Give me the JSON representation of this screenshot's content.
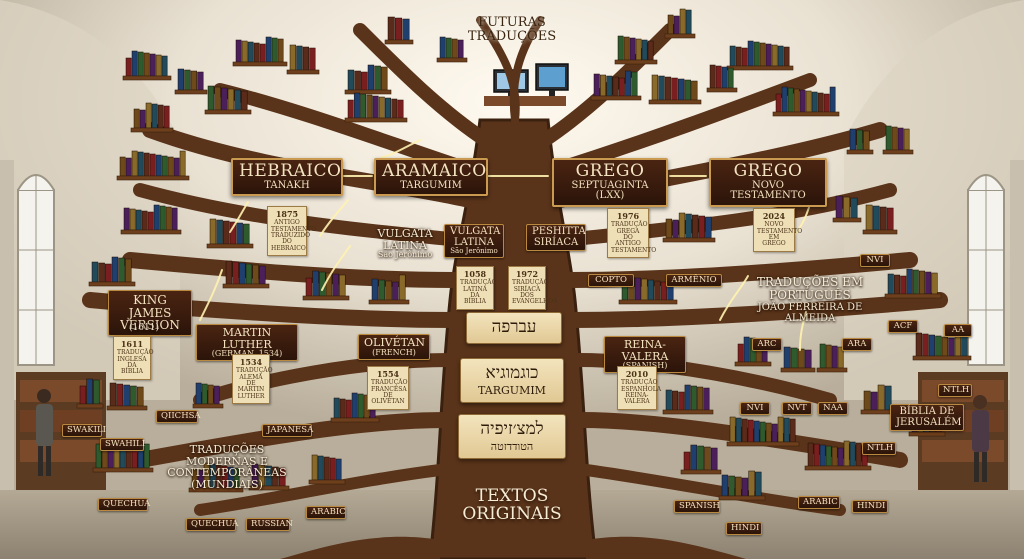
{
  "center": {
    "future": [
      "FUTURAS",
      "TRADUÇÕES"
    ],
    "roots": [
      "TEXTOS",
      "ORIGINAIS"
    ],
    "scrolls": [
      {
        "id": "hebrew",
        "text": "עברפה",
        "sub": ""
      },
      {
        "id": "aramaic",
        "text": "כוגמוגיא",
        "sub": "TARGUMIM"
      },
      {
        "id": "original",
        "text": "למצ׳זיפיה",
        "sub": "הטודדזטה"
      }
    ]
  },
  "primary": [
    {
      "id": "hebraico",
      "title": "HEBRAICO",
      "sub": "TANAKH"
    },
    {
      "id": "aramaico",
      "title": "ARAMAICO",
      "sub": "TARGUMIM"
    },
    {
      "id": "grego-lxx",
      "title": "GREGO",
      "sub": "SEPTUAGINTA (LXX)"
    },
    {
      "id": "grego-nt",
      "title": "GREGO",
      "sub": "NOVO TESTAMENTO"
    }
  ],
  "plain": [
    {
      "id": "vulgata",
      "title": "VULGATA LATINA",
      "sub": "São Jerônimo"
    },
    {
      "id": "vulgata2",
      "title": "VULGATA LATINA",
      "sub": "São Jerônimo"
    },
    {
      "id": "portugues",
      "title": "TRADUÇÕES EM PORTUGUÊS",
      "sub": "JOÃO FERREIRA DE ALMEIDA"
    },
    {
      "id": "modernas",
      "title": "TRADUÇÕES MODERNAS E CONTEMPORÂNEAS (MUNDIAIS)",
      "sub": ""
    }
  ],
  "tags": {
    "peshitta": "PESHITTA SIRÍACA",
    "kjv_title": "KING JAMES VERSION",
    "kjv_year": "(1611)",
    "luther_title": "MARTIN LUTHER",
    "luther_sub": "(GERMAN, 1534)",
    "olivetan_title": "OLIVÉTAN",
    "olivetan_sub": "(FRENCH)",
    "reina_title": "REINA-VALERA",
    "reina_sub": "(SPANISH)",
    "copto": "COPTO",
    "armenio": "ARMÊNIO",
    "jerusalem": "BÍBLIA DE JERUSALÉM",
    "nvi_top": "NVI",
    "acf": "ACF",
    "aa": "AA",
    "arc": "ARC",
    "ara": "ARA",
    "nvi": "NVI",
    "nvt": "NVT",
    "naa": "NAA",
    "ntlh": "NTLH",
    "ntlh2": "NTLH",
    "qiichsa": "QIICHSA",
    "swakili": "SWAKILI",
    "swahili": "SWAHILI",
    "japanesa": "JAPANESA",
    "quechua": "QUECHUA",
    "quechua2": "QUECHUA",
    "russian": "RUSSIAN",
    "arabic": "ARABIC",
    "spanish": "SPANISH",
    "hindi": "HINDI",
    "arabic2": "ARABIC",
    "hindi2": "HINDI"
  },
  "notes": [
    {
      "id": "n1875",
      "year": "1875",
      "body": "ANTIGO TESTAMENTO TRADUZIDO DO HEBRAICO"
    },
    {
      "id": "n1058",
      "year": "1058",
      "body": "TRADUÇÃO LATINA DA BÍBLIA"
    },
    {
      "id": "n1972",
      "year": "1972",
      "body": "TRADUÇÃO SIRÍACA DOS EVANGELHOS"
    },
    {
      "id": "n1976",
      "year": "1976",
      "body": "TRADUÇÃO GREGA DO ANTIGO TESTAMENTO"
    },
    {
      "id": "n2024",
      "year": "2024",
      "body": "NOVO TESTAMENTO EM GREGO"
    },
    {
      "id": "n1611",
      "year": "1611",
      "body": "TRADUÇÃO INGLESA DA BÍBLIA"
    },
    {
      "id": "n1534",
      "year": "1534",
      "body": "TRADUÇÃO ALEMÃ DE MARTIN LUTHER"
    },
    {
      "id": "n1554",
      "year": "1554",
      "body": "TRADUÇÃO FRANCESA DE OLIVÉTAN"
    },
    {
      "id": "n2010",
      "year": "2010",
      "body": "TRADUÇÃO ESPANHOLA REINA-VALERA"
    }
  ],
  "colors": {
    "bark": "#5a341a",
    "bark_dark": "#3a200e",
    "plaque": "#3b1c0d",
    "gold": "#c99a4f",
    "parchment": "#efdfb7",
    "arrow_glow": "#fff2b0"
  }
}
